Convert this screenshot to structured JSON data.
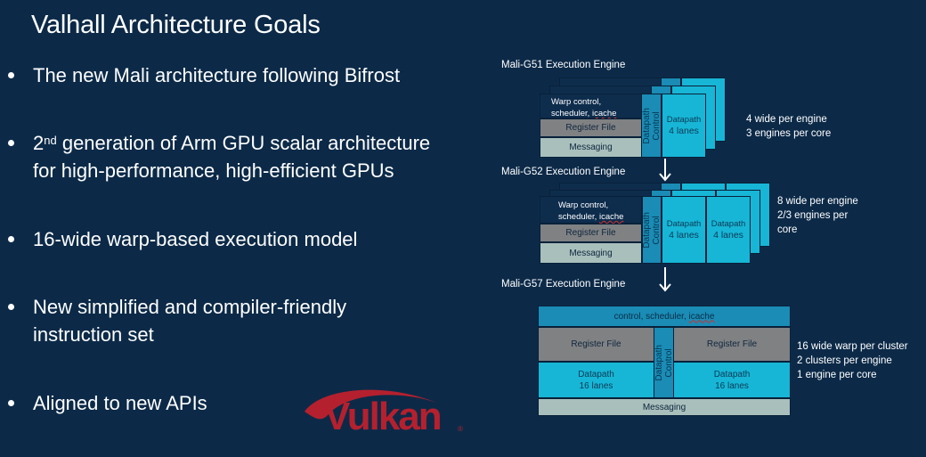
{
  "slide": {
    "title": "Valhall Architecture Goals",
    "bullets": [
      {
        "text": "The new Mali architecture following Bifrost"
      },
      {
        "pre": "2",
        "sup": "nd",
        "post": " generation of Arm GPU scalar architecture",
        "line2": "for high-performance, high-efficient GPUs"
      },
      {
        "text": "16-wide warp-based execution model"
      },
      {
        "text": "New simplified and compiler-friendly",
        "line2": "instruction set"
      },
      {
        "text": "Aligned to new APIs"
      }
    ],
    "logo": {
      "name": "Vulkan",
      "text": "Vulkan",
      "registered": "®",
      "color": "#b5202e"
    }
  },
  "diagram": {
    "colors": {
      "background": "#0c2a48",
      "datapath": "#17b6d6",
      "datapath_control": "#1a8cb5",
      "register_file": "#7f8183",
      "messaging": "#a8bfbc",
      "control_dark": "#0e2d4d"
    },
    "g51": {
      "title": "Mali-G51 Execution Engine",
      "warp_control": "Warp control,",
      "scheduler": "scheduler, ",
      "icache": "icache",
      "register_file": "Register File",
      "messaging": "Messaging",
      "datapath_control_1": "Datapath",
      "datapath_control_2": "Control",
      "datapath_1": "Datapath",
      "datapath_2": "4 lanes",
      "notes": [
        "4 wide per engine",
        "3 engines per core"
      ]
    },
    "g52": {
      "title": "Mali-G52 Execution Engine",
      "warp_control": "Warp control,",
      "scheduler": "scheduler, ",
      "icache": "icache",
      "register_file": "Register File",
      "messaging": "Messaging",
      "datapath_control_1": "Datapath",
      "datapath_control_2": "Control",
      "datapath_a_1": "Datapath",
      "datapath_a_2": "4 lanes",
      "datapath_b_1": "Datapath",
      "datapath_b_2": "4 lanes",
      "notes": [
        "8 wide per engine",
        "2/3 engines per",
        "core"
      ]
    },
    "g57": {
      "title": "Mali-G57 Execution Engine",
      "control_pre": "control, scheduler, ",
      "icache": "icache",
      "register_file_left": "Register File",
      "register_file_right": "Register File",
      "datapath_control_1": "Datapath",
      "datapath_control_2": "Control",
      "datapath_left_1": "Datapath",
      "datapath_left_2": "16 lanes",
      "datapath_right_1": "Datapath",
      "datapath_right_2": "16 lanes",
      "messaging": "Messaging",
      "notes": [
        "16 wide warp per cluster",
        "2 clusters per engine",
        "1 engine per core"
      ]
    }
  }
}
